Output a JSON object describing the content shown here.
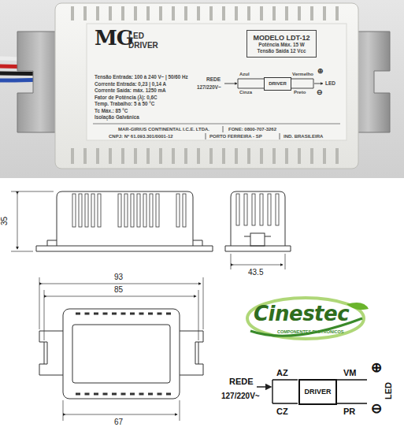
{
  "diagram": {
    "nodes": [
      {
        "text": [
          "MODELO LDT-12",
          "Potência Máx. 15 W",
          "Tensão Saída 12 Vcc"
        ]
      },
      {
        "text": [
          "DRIVER"
        ]
      },
      {
        "text": [
          "DRIVER"
        ]
      }
    ],
    "labels": [
      "MG",
      "LED",
      "DRIVER",
      "Tensão Entrada: 100 à 240 V~ | 50/60 Hz",
      "Corrente Entrada: 0,23 | 0,14 A",
      "Corrente Saída: máx. 1250 mA",
      "Fator de Potência (λ): 0,6C",
      "Temp. Trabalho: 5 à 50 °C",
      "Tc Máx.: 85 °C",
      "Isolação Galvânica",
      "Azul",
      "Vermelho",
      "⊕",
      "REDE",
      "127/220V~",
      "LED",
      "Cinza",
      "Preto",
      "⊖",
      "MAR-GIRIUS CONTINENTAL I.C.E. LTDA.",
      "FONE: 0800-707-3262",
      "CNPJ: Nº 61.093.301/0001-12",
      "PORTO FERREIRA - SP",
      "IND. BRASILEIRA",
      "35",
      "43.5",
      "93",
      "85",
      "67",
      "Cinestec",
      "COMPONENTES ELETRÔNICOS",
      "AZ",
      "VM",
      "⊕",
      "REDE",
      "127/220V~",
      "CZ",
      "PR",
      "⊖",
      "LED"
    ]
  }
}
